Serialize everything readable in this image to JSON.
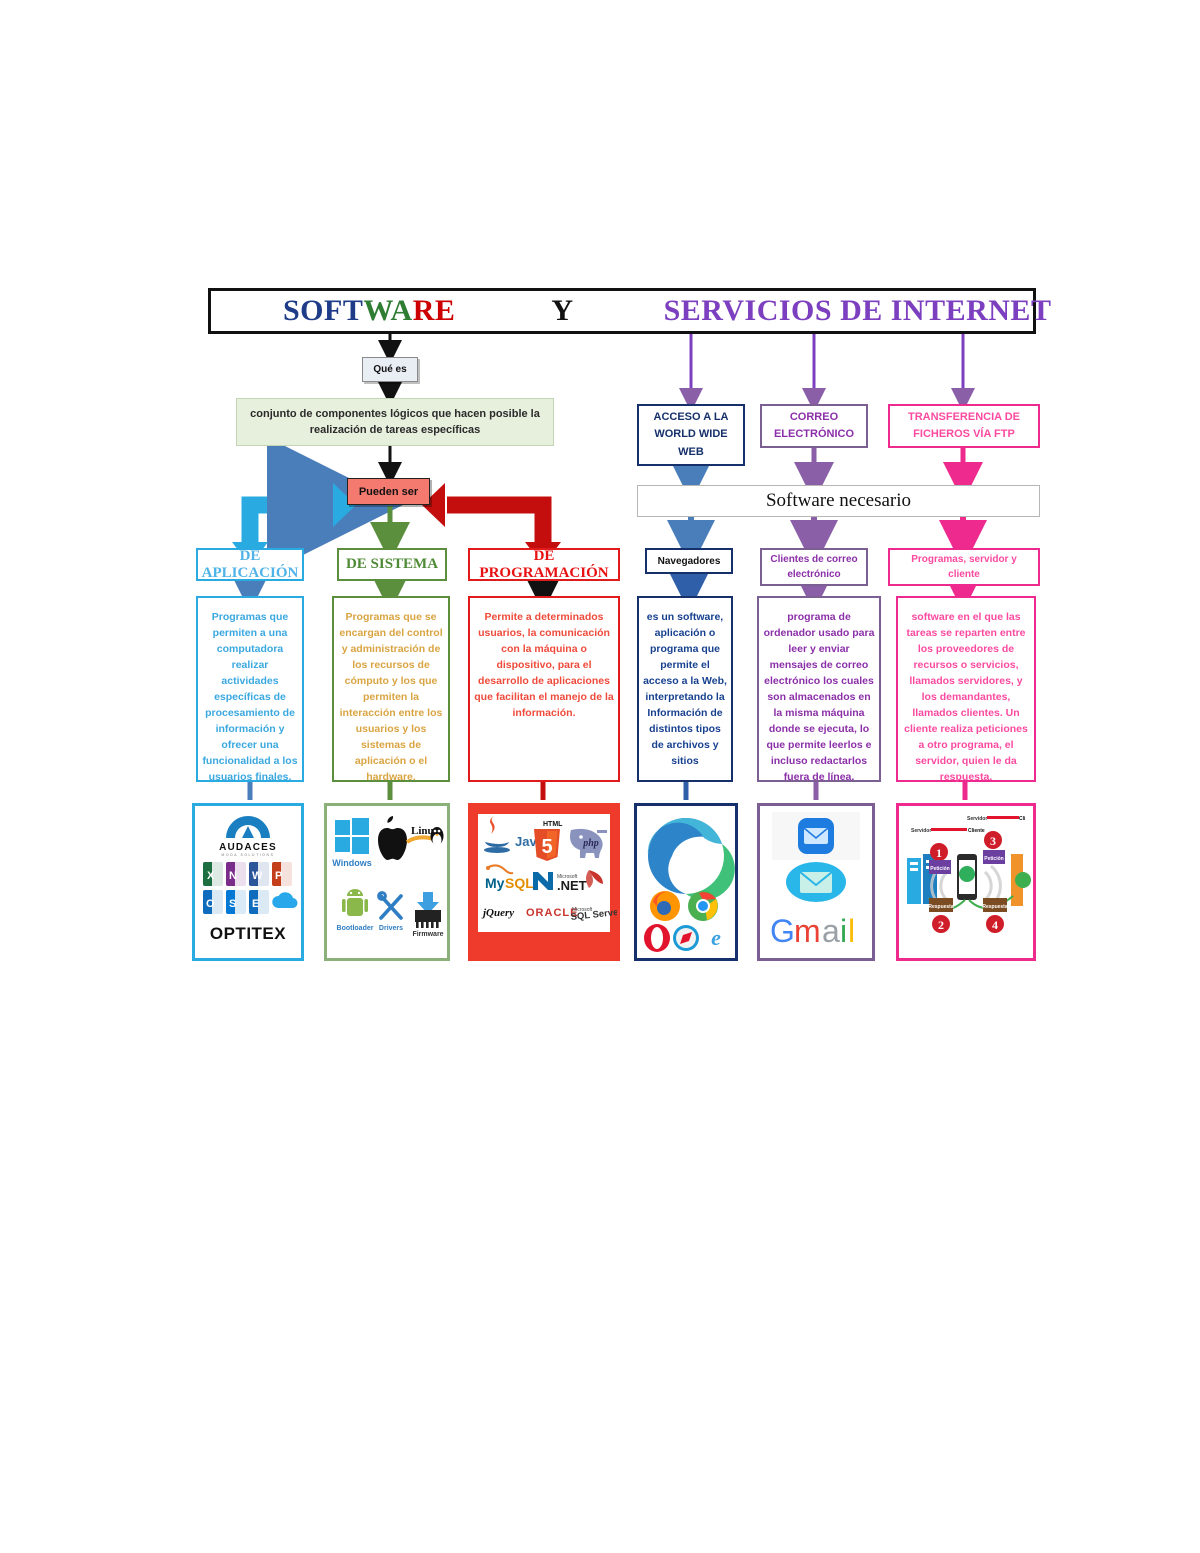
{
  "title": {
    "soft": "SOFT",
    "wa": "WA",
    "re": "RE",
    "y": "Y",
    "servicios": "SERVICIOS DE INTERNET",
    "colors": {
      "soft": "#1f3c88",
      "wa": "#2e7d32",
      "re": "#cc0000",
      "y": "#111111",
      "servicios": "#7c3fbf"
    }
  },
  "software_branch": {
    "question_label": "Qué es",
    "definition": "conjunto de componentes lógicos que hacen posible la realización de tareas específicas",
    "connector_label": "Pueden ser",
    "connector_color": "#f4796f",
    "categories": [
      {
        "name": "DE APLICACIÓN",
        "color": "#29abe2",
        "description": "Programas que permiten a una computadora realizar actividades específicas de procesamiento de información y ofrecer una funcionalidad a los usuarios finales.",
        "logos": [
          "AUDACES",
          "Microsoft Office",
          "OPTITEX"
        ],
        "logo_caption_main": "AUDACES",
        "logo_caption_sub": "OPTITEX"
      },
      {
        "name": "DE SISTEMA",
        "color": "#5b8f3e",
        "description": "Programas que se encargan del control y administración de los recursos de cómputo y los que permiten la interacción entre los usuarios y los sistemas de aplicación o el hardware.",
        "logos": [
          "Windows",
          "Apple",
          "Linux",
          "Bootloader",
          "Drivers",
          "Firmware"
        ]
      },
      {
        "name": "DE PROGRAMACIÓN",
        "color": "#e01b1b",
        "description": "Permite a determinados usuarios, la comunicación con la máquina o dispositivo, para el desarrollo de aplicaciones que facilitan el manejo de la información.",
        "logos": [
          "Java",
          "HTML5",
          "php",
          "MySQL",
          ".NET",
          "jQuery",
          "ORACLE",
          "SQL Server"
        ]
      }
    ]
  },
  "internet_branch": {
    "software_necesario": "Software necesario",
    "services": [
      {
        "name": "ACCESO A LA WORLD WIDE WEB",
        "color": "#16306b",
        "software": "Navegadores",
        "description": "es un software, aplicación o programa que permite el acceso a la Web, interpretando la Información de distintos tipos de archivos y sitios",
        "logos": [
          "Microsoft Edge",
          "Firefox",
          "Chrome",
          "Opera",
          "Safari",
          "Internet Explorer"
        ]
      },
      {
        "name": "CORREO ELECTRÓNICO",
        "color": "#8b2fa8",
        "software": "Clientes de correo electrónico",
        "description": "programa de ordenador usado para leer y enviar mensajes de correo electrónico los cuales son almacenados en la misma máquina donde se ejecuta, lo que permite leerlos e incluso redactarlos fuera de línea.",
        "logos": [
          "Mail",
          "Email",
          "Gmail"
        ],
        "gmail_label": "Gmail"
      },
      {
        "name": "TRANSFERENCIA DE FICHEROS VÍA FTP",
        "color": "#ee2a8f",
        "software": "Programas, servidor y cliente",
        "description": "software en el que las tareas se reparten entre los proveedores de recursos o servicios, llamados servidores, y los demandantes, llamados clientes. Un cliente realiza peticiones a otro programa, el servidor, quien le da respuesta.",
        "diagram": {
          "labels": [
            "Servidor",
            "Cliente",
            "Servidor",
            "Cliente"
          ],
          "steps": [
            "1",
            "2",
            "3",
            "4"
          ],
          "actions": [
            "Petición",
            "Respuesta",
            "Petición",
            "Respuesta"
          ]
        }
      }
    ]
  }
}
